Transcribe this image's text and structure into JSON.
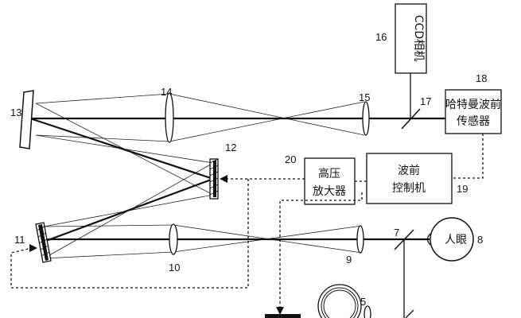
{
  "labels": {
    "n5": "5",
    "n7": "7",
    "n8": "8",
    "n9": "9",
    "n10": "10",
    "n11": "11",
    "n12": "12",
    "n13": "13",
    "n14": "14",
    "n15": "15",
    "n16": "16",
    "n17": "17",
    "n18": "18",
    "n19": "19",
    "n20": "20"
  },
  "boxes": {
    "ccd_camera": "CCD相机",
    "hartmann_line1": "哈特曼波前",
    "hartmann_line2": "传感器",
    "hv_amp_line1": "高压",
    "hv_amp_line2": "放大器",
    "wf_ctrl_line1": "波前",
    "wf_ctrl_line2": "控制机",
    "eye": "人眼"
  }
}
